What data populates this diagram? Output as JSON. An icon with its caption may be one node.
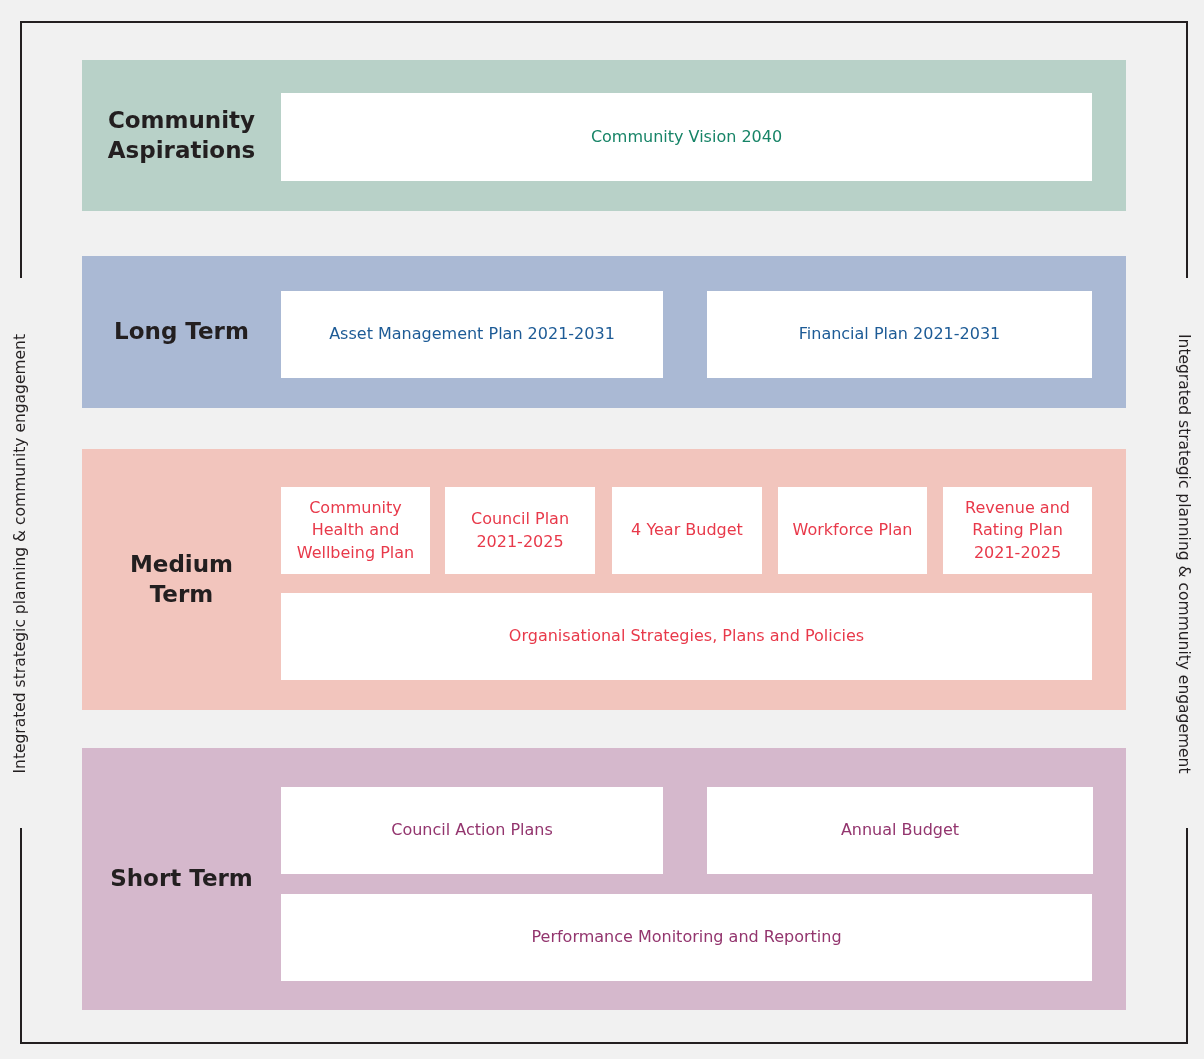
{
  "diagram": {
    "nodes": [
      {
        "text": [
          "Community Aspirations"
        ]
      },
      {
        "text": [
          "Community Vision 2040"
        ],
        "in": 0
      },
      {
        "text": [
          "Long Term"
        ]
      },
      {
        "text": [
          "Asset Management Plan 2021-2031"
        ],
        "in": 2
      },
      {
        "text": [
          "Financial Plan 2021-2031"
        ],
        "in": 2
      },
      {
        "text": [
          "Medium Term"
        ]
      },
      {
        "text": [
          "Community Health and Wellbeing Plan"
        ],
        "in": 5
      },
      {
        "text": [
          "Council Plan 2021-2025"
        ],
        "in": 5
      },
      {
        "text": [
          "4 Year Budget"
        ],
        "in": 5
      },
      {
        "text": [
          "Workforce Plan"
        ],
        "in": 5
      },
      {
        "text": [
          "Revenue and Rating Plan 2021-2025"
        ],
        "in": 5
      },
      {
        "text": [
          "Organisational Strategies, Plans and Policies"
        ],
        "in": 5
      },
      {
        "text": [
          "Short Term"
        ]
      },
      {
        "text": [
          "Council Action Plans"
        ],
        "in": 12
      },
      {
        "text": [
          "Annual Budget"
        ],
        "in": 12
      },
      {
        "text": [
          "Performance Monitoring and Reporting"
        ],
        "in": 12
      }
    ],
    "edges": [],
    "labels": [
      "Integrated strategic planning & community engagement",
      "Integrated strategic planning & community engagement"
    ]
  }
}
